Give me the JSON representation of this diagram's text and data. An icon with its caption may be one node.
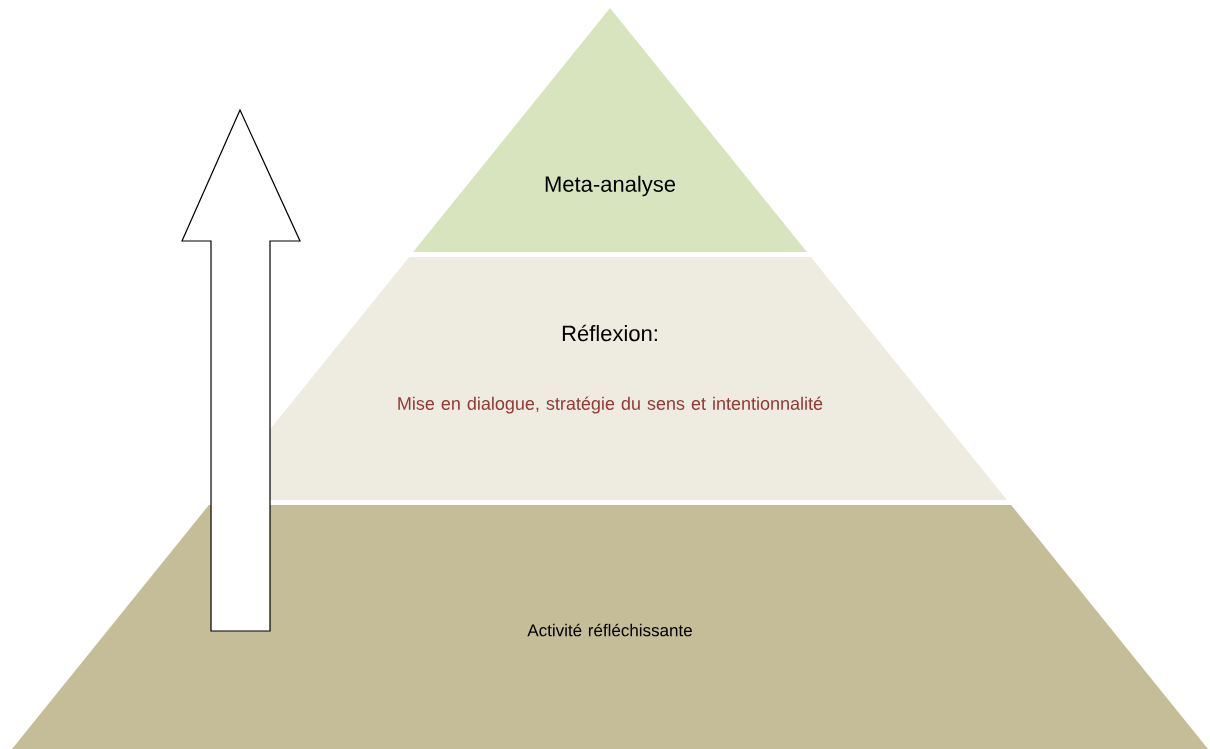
{
  "diagram": {
    "nodes": [
      {
        "text": [
          "Meta-analyse"
        ]
      },
      {
        "text": [
          "Réflexion:",
          "Mise en dialogue, stratégie du sens et intentionnalité"
        ]
      },
      {
        "text": [
          "Activité réfléchissante"
        ]
      }
    ],
    "edges": []
  }
}
